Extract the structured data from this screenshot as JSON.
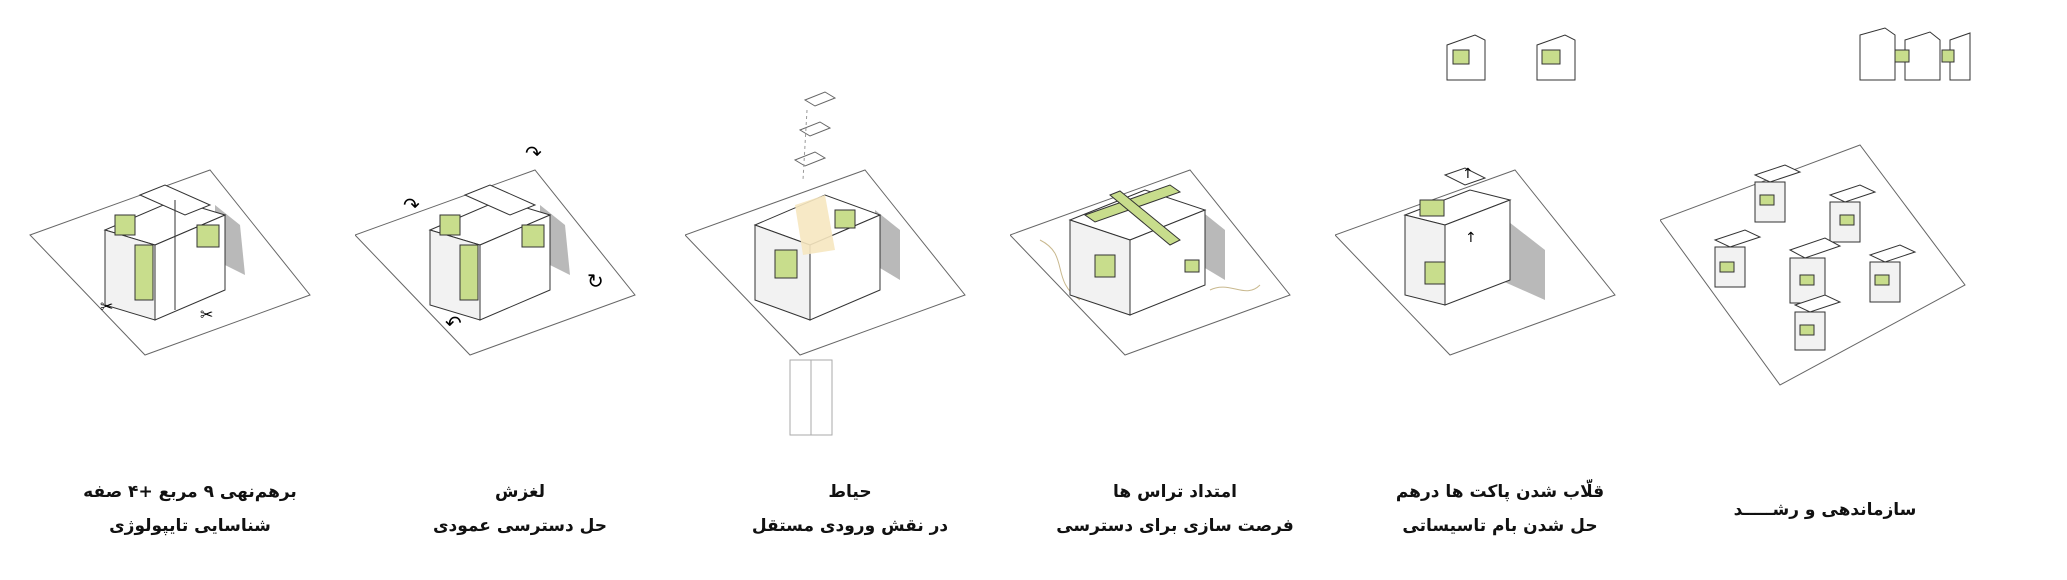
{
  "stages": [
    {
      "title": "برهم‌نهی ۹ مربع +۴ صفه",
      "subtitle": "شناسایی تایپولوژی"
    },
    {
      "title": "لغزش",
      "subtitle": "حل دسترسی عمودی"
    },
    {
      "title": "حیاط",
      "subtitle": "در نقش ورودی مستقل"
    },
    {
      "title": "امتداد تراس ها",
      "subtitle": "فرصت سازی برای دسترسی"
    },
    {
      "title": "قلّاب شدن پاکت ها درهم",
      "subtitle": "حل شدن بام تاسیساتی"
    },
    {
      "title": "سازماندهی و رشـــــد"
    }
  ],
  "colors": {
    "accent": "#c8dd8c",
    "accent_dark": "#9fbf4e",
    "line": "#333333",
    "shadow": "#8a8a8a"
  },
  "icons": [
    "scissors-icon",
    "rotate-arrow-icon",
    "up-arrow-icon"
  ]
}
